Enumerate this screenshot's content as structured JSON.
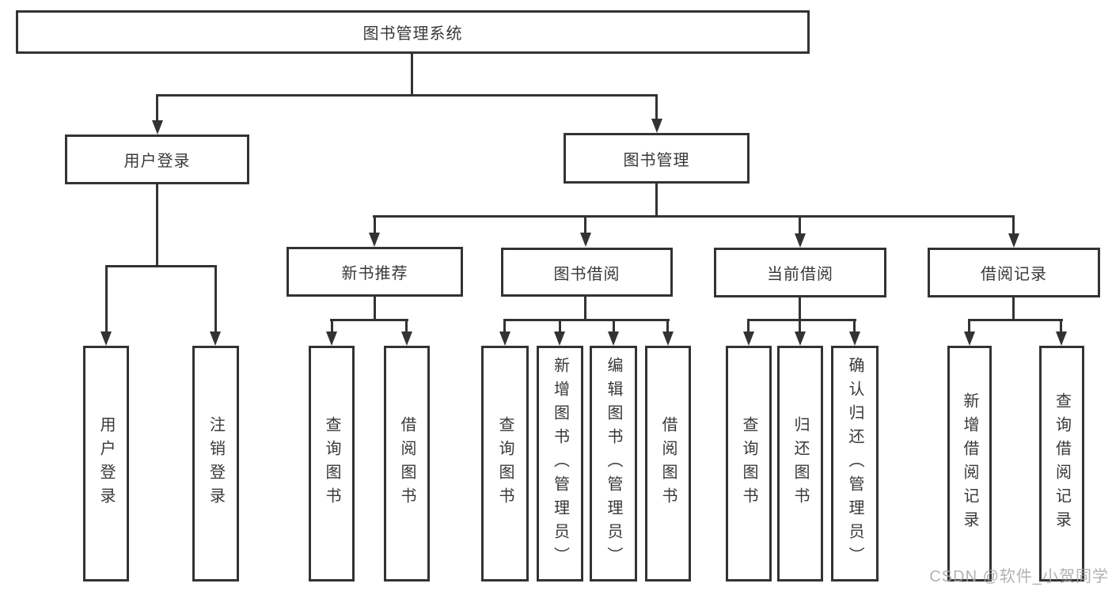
{
  "diagram": {
    "title": "图书管理系统",
    "nodes": {
      "root": "图书管理系统",
      "user_login": "用户登录",
      "book_mgmt": "图书管理",
      "new_book": "新书推荐",
      "book_borrow": "图书借阅",
      "current_borrow": "当前借阅",
      "borrow_record": "借阅记录",
      "leaves": {
        "user_login": [
          "用户登录",
          "注销登录"
        ],
        "new_book": [
          "查询图书",
          "借阅图书"
        ],
        "book_borrow": [
          "查询图书",
          "新增图书（管理员）",
          "编辑图书（管理员）",
          "借阅图书"
        ],
        "current_borrow": [
          "查询图书",
          "归还图书",
          "确认归还（管理员）"
        ],
        "borrow_record": [
          "新增借阅记录",
          "查询借阅记录"
        ]
      }
    }
  },
  "watermark": "CSDN @软件_小贺同学",
  "colors": {
    "line": "#333333",
    "text": "#383838",
    "background": "#ffffff",
    "watermark": "#a5a5a5"
  }
}
